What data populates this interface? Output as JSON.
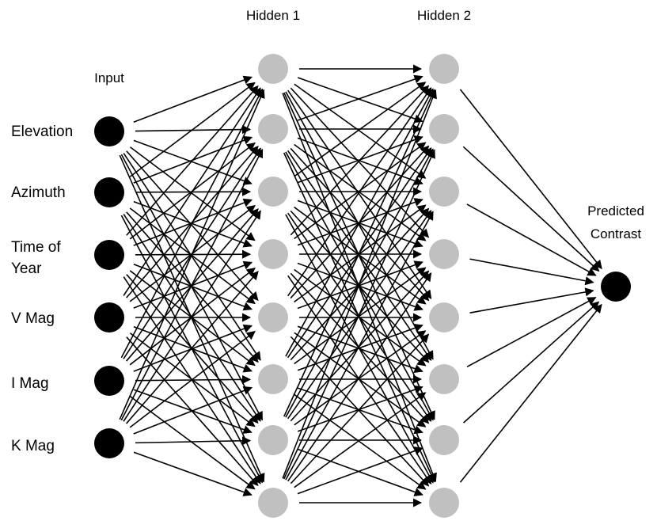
{
  "headers": {
    "input": "Input",
    "hidden1": "Hidden 1",
    "hidden2": "Hidden 2",
    "output_line1": "Predicted",
    "output_line2": "Contrast"
  },
  "input_labels": [
    [
      "Elevation"
    ],
    [
      "Azimuth"
    ],
    [
      "Time of",
      "Year"
    ],
    [
      "V Mag"
    ],
    [
      "I Mag"
    ],
    [
      "K Mag"
    ]
  ],
  "layers": {
    "input_count": 6,
    "hidden1_count": 8,
    "hidden2_count": 8,
    "output_count": 1
  },
  "colors": {
    "input_node": "#000000",
    "hidden_node": "#c0c0c0",
    "output_node": "#000000",
    "edge": "#000000"
  }
}
